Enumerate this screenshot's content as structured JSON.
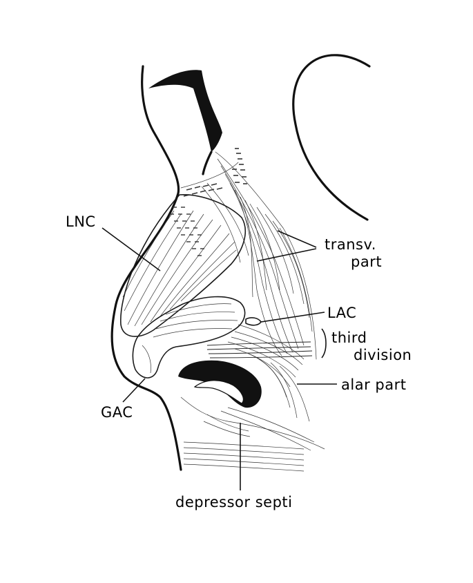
{
  "diagram": {
    "labels": {
      "lnc": "LNC",
      "transv_line1": "transv.",
      "transv_line2": "part",
      "lac": "LAC",
      "third_line1": "third",
      "third_line2": "division",
      "alar": "alar part",
      "gac": "GAC",
      "depressor": "depressor septi"
    },
    "colors": {
      "ink": "#111111",
      "background": "#ffffff"
    }
  }
}
